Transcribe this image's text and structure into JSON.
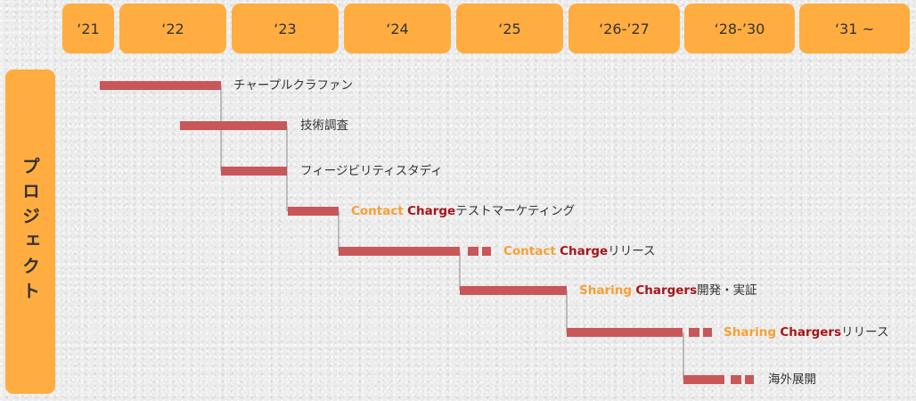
{
  "timeline": {
    "years": [
      "‘21",
      "‘22",
      "‘23",
      "‘24",
      "‘25",
      "‘26-’27",
      "‘28-’30",
      "‘31 ~"
    ]
  },
  "sidebar": {
    "label": "プロジェクト"
  },
  "tasks": [
    {
      "label": "チャープルクラファン"
    },
    {
      "label": "技術調査"
    },
    {
      "label": "フィージビリティスタディ"
    },
    {
      "brand_a": "Contact",
      "brand_b": "Charge",
      "label": "テストマーケティング"
    },
    {
      "brand_a": "Contact",
      "brand_b": "Charge",
      "label": "リリース"
    },
    {
      "brand_a": "Sharing",
      "brand_b": "Chargers",
      "label": "開発・実証"
    },
    {
      "brand_a": "Sharing",
      "brand_b": "Chargers",
      "label": "リリース"
    },
    {
      "label": "海外展開"
    }
  ],
  "colors": {
    "header": "#ffad40",
    "bar": "#c8575a",
    "brand_a": "#f6a033",
    "brand_b": "#a4161a",
    "connector": "#8a8a8a"
  }
}
